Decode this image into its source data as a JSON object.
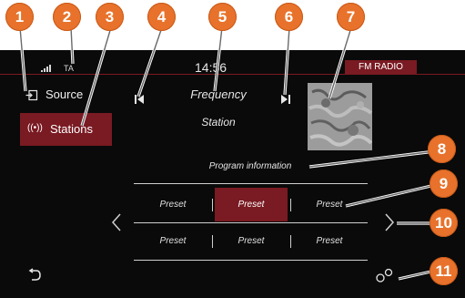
{
  "status": {
    "ta": "TA",
    "clock": "14:56",
    "band": "FM RADIO"
  },
  "left_menu": {
    "source": "Source",
    "stations": "Stations"
  },
  "now_playing": {
    "frequency": "Frequency",
    "station": "Station",
    "program_info": "Program information"
  },
  "presets": {
    "row1": [
      "Preset",
      "Preset",
      "Preset"
    ],
    "row2": [
      "Preset",
      "Preset",
      "Preset"
    ],
    "active": "row1-2"
  },
  "callouts": [
    "1",
    "2",
    "3",
    "4",
    "5",
    "6",
    "7",
    "8",
    "9",
    "10",
    "11"
  ],
  "colors": {
    "accent": "#7a1a22",
    "callout": "#e8722b",
    "background": "#0a0a0a"
  },
  "icons": {
    "source": "source-input-icon",
    "stations": "radio-waves-icon",
    "prev": "skip-previous-icon",
    "next": "skip-next-icon",
    "back": "back-arrow-icon",
    "settings": "settings-icon"
  }
}
